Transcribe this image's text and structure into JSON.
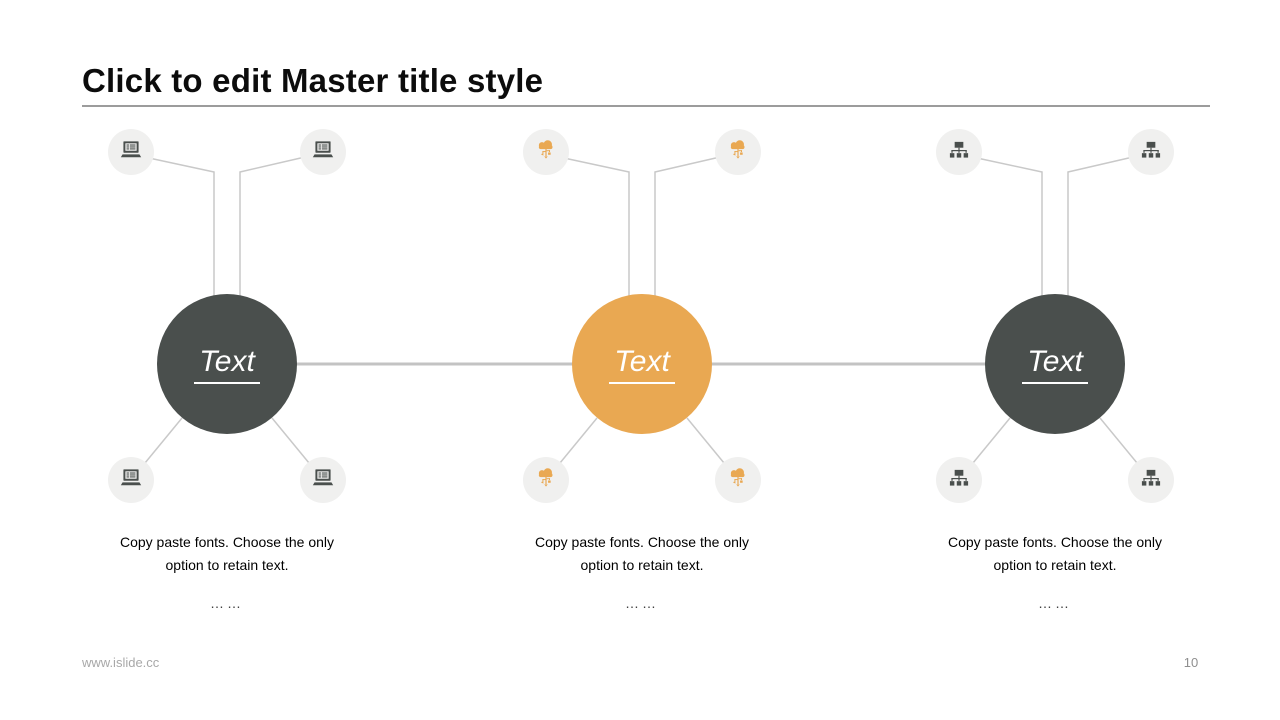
{
  "slide": {
    "title": "Click to edit Master title style",
    "footer": {
      "website": "www.islide.cc",
      "page_number": "10"
    }
  },
  "colors": {
    "dark_circle": "#4A4F4D",
    "accent_circle": "#E9A852",
    "icon_circle_background": "#F0F0EF",
    "connector_line": "#C9C9C9",
    "trunk_line": "#C3C3C3",
    "title_rule": "#9C9C9C"
  },
  "groups": [
    {
      "label": "Text",
      "icon": "laptop-icon",
      "circle_color": "#4A4F4D",
      "description_line1": "Copy paste fonts. Choose the only",
      "description_line2": "option to retain text.",
      "ellipsis": "……"
    },
    {
      "label": "Text",
      "icon": "cloud-network-icon",
      "circle_color": "#E9A852",
      "description_line1": "Copy paste fonts. Choose the only",
      "description_line2": "option to retain text.",
      "ellipsis": "……"
    },
    {
      "label": "Text",
      "icon": "sitemap-icon",
      "circle_color": "#4A4F4D",
      "description_line1": "Copy paste fonts. Choose the only",
      "description_line2": "option to retain text.",
      "ellipsis": "……"
    }
  ]
}
